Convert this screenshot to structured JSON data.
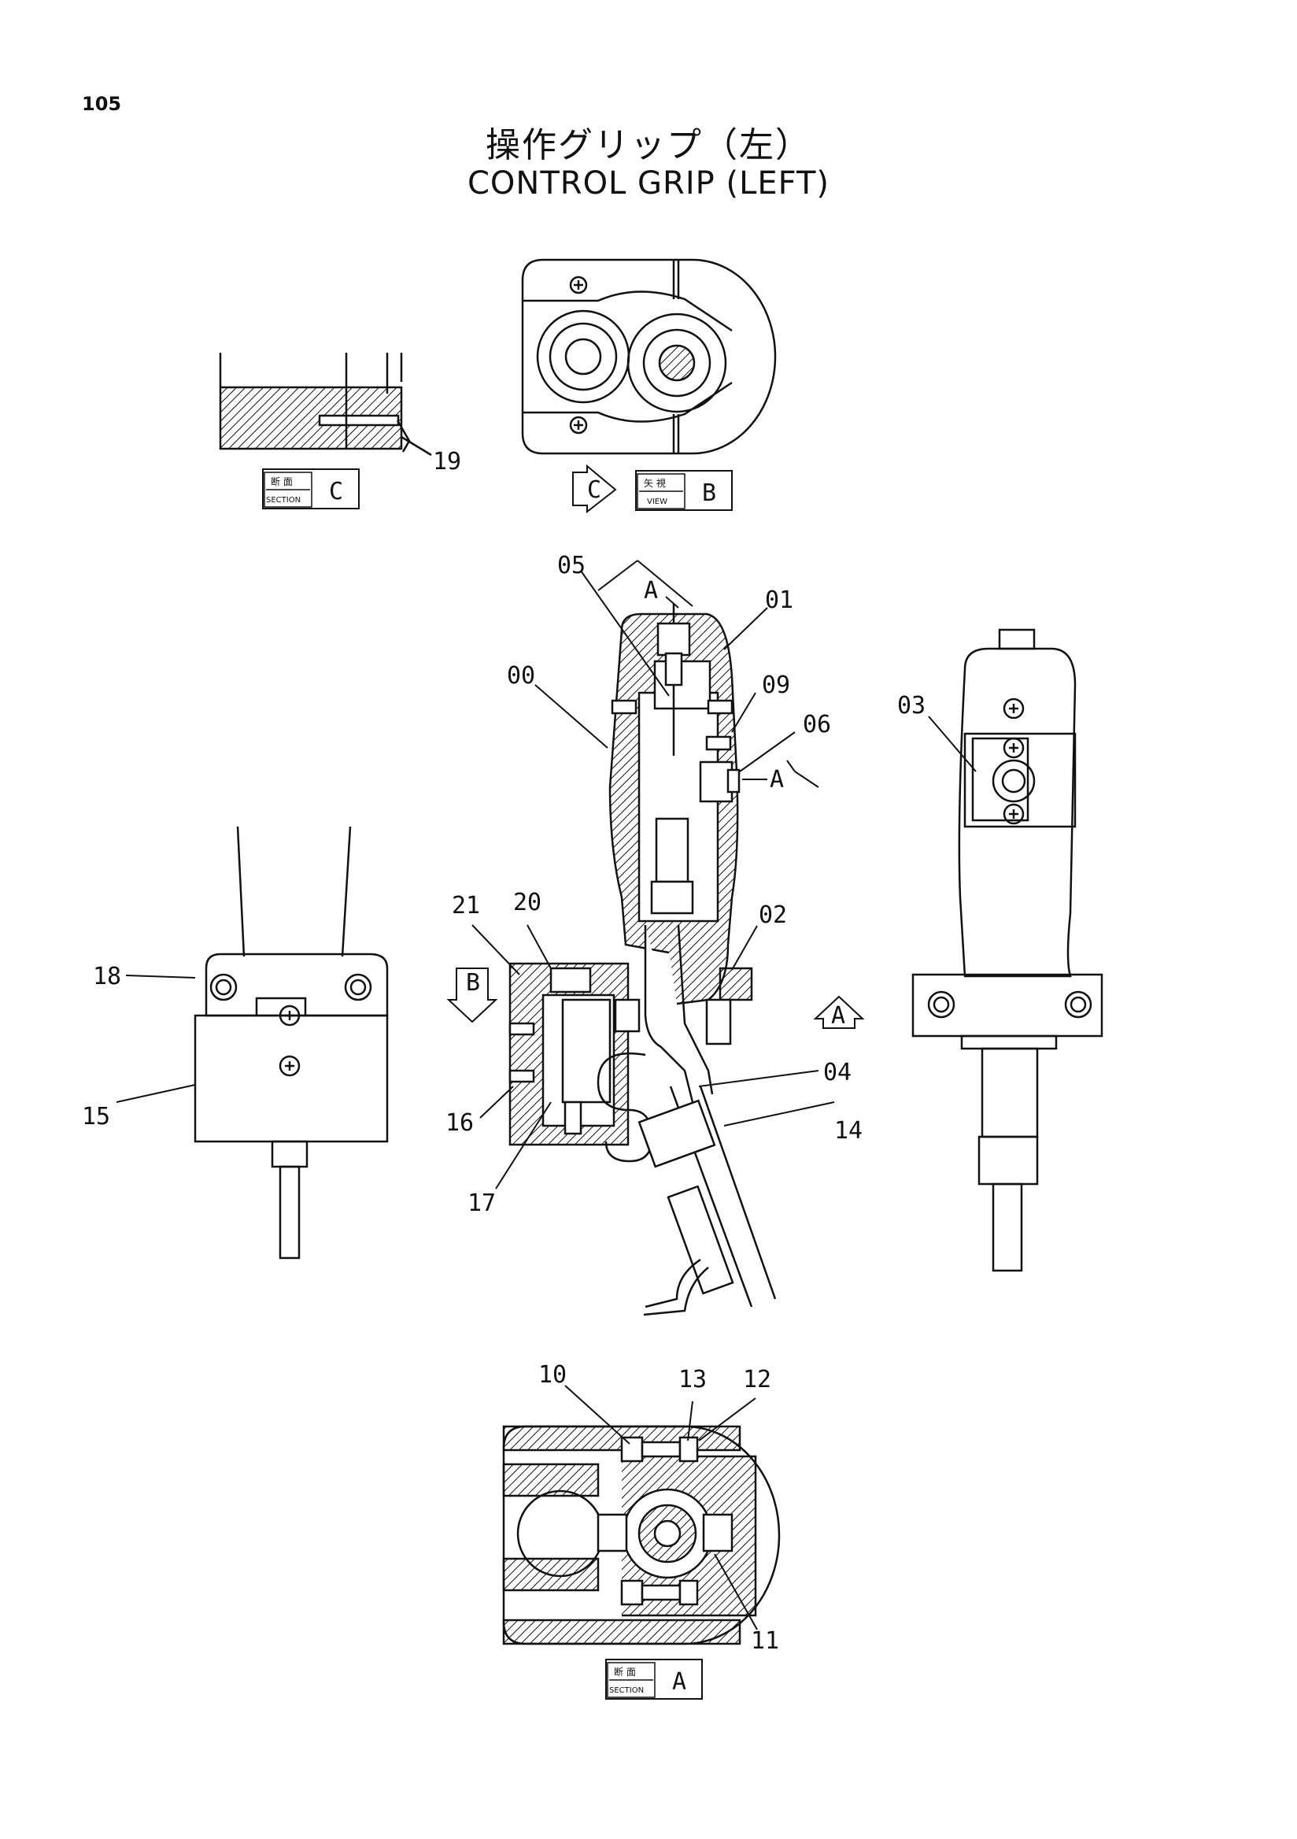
{
  "page_number": "105",
  "title_jp": "操作グリップ（左）",
  "title_en": "CONTROL GRIP (LEFT)",
  "view_boxes": {
    "section_c": {
      "jp": "断 面",
      "en": "SECTION",
      "letter": "C"
    },
    "view_b": {
      "jp": "矢 視",
      "en": "VIEW",
      "letter": "B"
    },
    "section_a": {
      "jp": "断 面",
      "en": "SECTION",
      "letter": "A"
    }
  },
  "view_markers": {
    "c": "C",
    "b": "B",
    "a": "A",
    "a_top": "A",
    "a_side": "A"
  },
  "part_labels": {
    "p00": "00",
    "p01": "01",
    "p02": "02",
    "p03": "03",
    "p04": "04",
    "p05": "05",
    "p06": "06",
    "p09": "09",
    "p10": "10",
    "p11": "11",
    "p12": "12",
    "p13": "13",
    "p14": "14",
    "p15": "15",
    "p16": "16",
    "p17": "17",
    "p18": "18",
    "p19": "19",
    "p20": "20",
    "p21": "21"
  }
}
